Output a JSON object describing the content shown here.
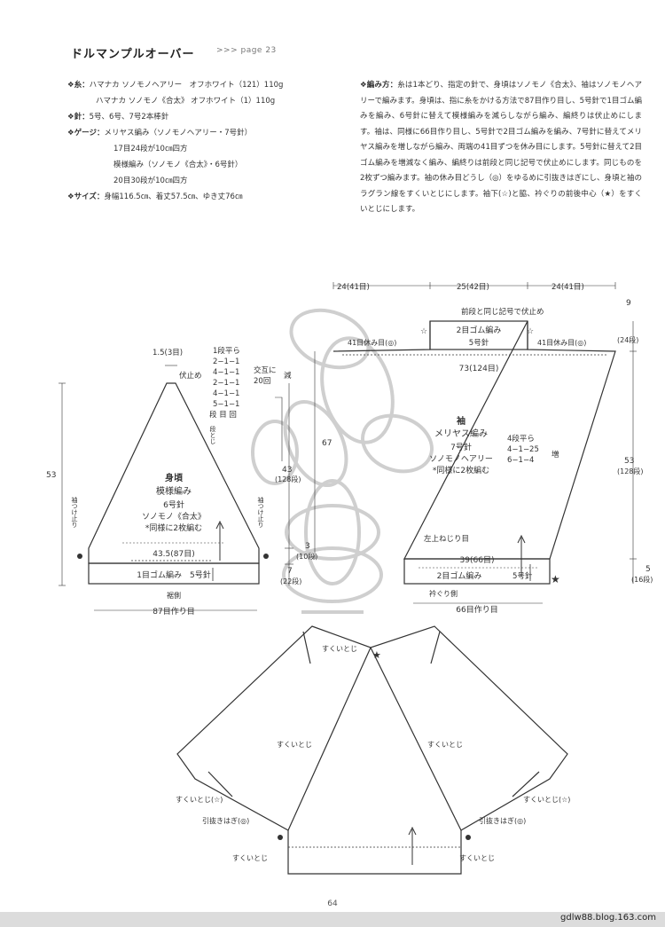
{
  "header": {
    "title": "ドルマンプルオーバー",
    "subtitle": ">>> page 23"
  },
  "materials": {
    "yarn_label": "❖糸：",
    "yarn_line1": "ハマナカ ソノモノヘアリー　オフホワイト（121）110g",
    "yarn_line2": "ハマナカ ソノモノ《合太》 オフホワイト（1）110g",
    "needle_label": "❖針：",
    "needle_text": "5号、6号、7号2本棒針",
    "gauge_label": "❖ゲージ：",
    "gauge_line1": "メリヤス編み（ソノモノヘアリー・7号針）",
    "gauge_line2": "17目24段が10㎝四方",
    "gauge_line3": "模様編み（ソノモノ《合太》・6号針）",
    "gauge_line4": "20目30段が10㎝四方",
    "size_label": "❖サイズ：",
    "size_text": "身幅116.5㎝、着丈57.5㎝、ゆき丈76㎝"
  },
  "method": {
    "head": "❖編み方：",
    "text": "糸は1本どり、指定の針で、身頃はソノモノ《合太》、袖はソノモノヘアリーで編みます。身頃は、指に糸をかける方法で87目作り目し、5号針で1目ゴム編みを編み、6号針に替えて模様編みを減らしながら編み、編終りは伏止めにします。袖は、同様に66目作り目し、5号針で2目ゴム編みを編み、7号針に替えてメリヤス編みを増しながら編み、両端の41目ずつを休み目にします。5号針に替えて2目ゴム編みを増減なく編み、編終りは前段と同じ記号で伏止めにします。同じものを2枚ずつ編みます。袖の休み目どうし（◎）をゆるめに引抜きはぎにし、身頃と袖のラグラン線をすくいとじにします。袖下(☆)と脇、衿ぐりの前後中心（★）をすくいとじにします。"
  },
  "body_diagram": {
    "top_dim": "1.5(3目)",
    "bind_off": "伏止め",
    "dec_l1": "1段平ら",
    "dec_l2": "2−1−1",
    "dec_l3": "4−1−1",
    "dec_l4": "2−1−1",
    "dec_l5": "4−1−1",
    "dec_l6": "5−1−1",
    "dec_l7": "段 目 回",
    "dec_alt": "交互に",
    "dec_times": "20回",
    "dec_word": "減",
    "dec_note": "段とじ",
    "height_total": "53",
    "h43": "43",
    "h43_rows": "(128段)",
    "h3": "3",
    "h3_rows": "(10段)",
    "h7": "7",
    "h7_rows": "(22段)",
    "sleeve_mark_left": "袖つけ止り",
    "sleeve_mark_right": "袖つけ止り",
    "name": "身頃",
    "pattern": "模様編み",
    "needle": "6号針",
    "yarn": "ソノモノ《合太》",
    "count_note": "*同様に2枚編む",
    "width_top": "43.5(87目)",
    "rib": "1目ゴム編み　5号針",
    "hem": "裾側",
    "cast_on": "87目作り目"
  },
  "sleeve_diagram": {
    "w_left": "24(41目)",
    "w_mid": "25(42目)",
    "w_right": "24(41目)",
    "bind_off_note": "前段と同じ記号で伏止め",
    "h9": "9",
    "h9_rows": "(24段)",
    "top_rib": "2目ゴム編み",
    "top_rib_needle": "5号針",
    "rest_left": "41目休み目(◎)",
    "rest_right": "41目休み目(◎)",
    "star": "☆",
    "width_mid": "73(124目)",
    "name": "袖",
    "pattern": "メリヤス編み",
    "needle": "7号針",
    "yarn": "ソノモノヘアリー",
    "count_note": "*同様に2枚編む",
    "inc_l1": "4段平ら",
    "inc_l2": "4−1−25",
    "inc_l3": "6−1−4",
    "inc_word": "増",
    "h67": "67",
    "h53": "53",
    "h53_rows": "(128段)",
    "twist": "左上ねじり目",
    "width_bottom": "39(66目)",
    "h5": "5",
    "h5_rows": "(16段)",
    "bottom_rib": "2目ゴム編み",
    "bottom_rib_needle": "5号針",
    "black_star": "★",
    "cuff_side": "衿ぐり側",
    "cast_on": "66目作り目"
  },
  "assembly_diagram": {
    "seam_top": "すくいとじ",
    "black_star": "★",
    "seam_left": "すくいとじ",
    "seam_right": "すくいとじ",
    "seam_star_left": "すくいとじ(☆)",
    "seam_star_right": "すくいとじ(☆)",
    "join_left": "引抜きはぎ(◎)",
    "join_right": "引抜きはぎ(◎)",
    "seam_bottom_left": "すくいとじ",
    "seam_bottom_right": "すくいとじ"
  },
  "footer": {
    "page_number": "64",
    "url": "gdlw88.blog.163.com"
  },
  "colors": {
    "ink": "#333333",
    "watermark": "#cfcfcf",
    "footer_bar": "#dcdcdc"
  }
}
